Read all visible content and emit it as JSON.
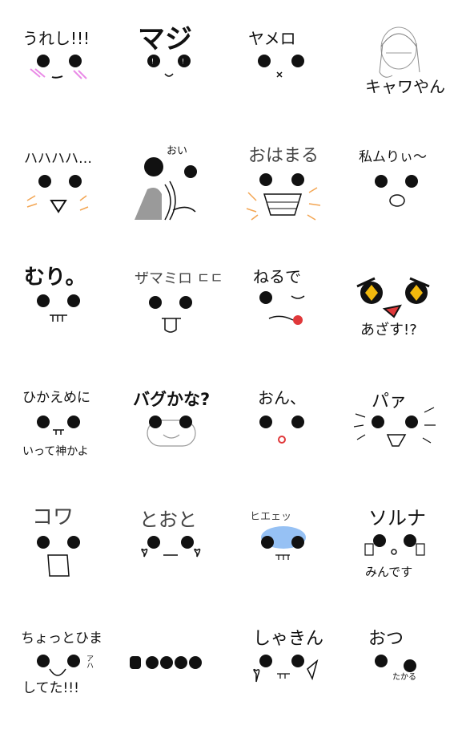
{
  "sheet": {
    "stickers": [
      {
        "id": 1,
        "text": "うれし!!!"
      },
      {
        "id": 2,
        "text": "マジ"
      },
      {
        "id": 3,
        "text": "ヤメロ"
      },
      {
        "id": 4,
        "text": "キャワやん"
      },
      {
        "id": 5,
        "text": "ハハハハ…"
      },
      {
        "id": 6,
        "text": "おい"
      },
      {
        "id": 7,
        "text": "おはまる"
      },
      {
        "id": 8,
        "text": "私ムりぃ〜"
      },
      {
        "id": 9,
        "text": "むり。"
      },
      {
        "id": 10,
        "text": "ザマミロ ㄷㄷ"
      },
      {
        "id": 11,
        "text": "ねるで"
      },
      {
        "id": 12,
        "text": "あざす!?"
      },
      {
        "id": 13,
        "text": "ひかえめに",
        "text2": "いって神かよ"
      },
      {
        "id": 14,
        "text": "バグかな?"
      },
      {
        "id": 15,
        "text": "おん、"
      },
      {
        "id": 16,
        "text": "パァ"
      },
      {
        "id": 17,
        "text": "コワ"
      },
      {
        "id": 18,
        "text": "とおと"
      },
      {
        "id": 19,
        "text": "ヒエェッ"
      },
      {
        "id": 20,
        "text": "ソルナ",
        "text2": "みんです"
      },
      {
        "id": 21,
        "text": "ちょっとひま",
        "text2": "してた!!!",
        "side": "アハ"
      },
      {
        "id": 22,
        "text": ""
      },
      {
        "id": 23,
        "text": "しゃきん"
      },
      {
        "id": 24,
        "text": "おつ",
        "side": "たかる"
      }
    ]
  },
  "colors": {
    "ink": "#111111",
    "pink": "#e98ae6",
    "orange": "#f3a552",
    "gray": "#9a9a9a",
    "yellow": "#f2b90d",
    "red": "#e0383a",
    "blue": "#6aa7ef"
  }
}
